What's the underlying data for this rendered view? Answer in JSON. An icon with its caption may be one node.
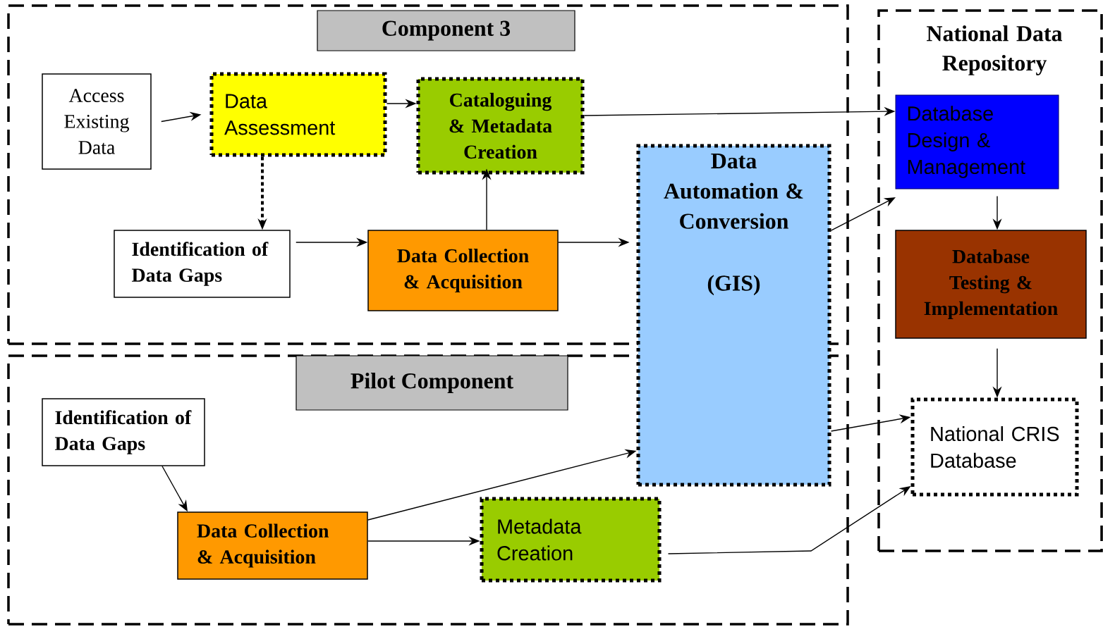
{
  "diagram": {
    "nodes": [
      {
        "text": [
          "Component 3"
        ]
      },
      {
        "text": [
          "Access Existing Data"
        ],
        "in": 0
      },
      {
        "text": [
          "Data Assessment"
        ],
        "in": 0
      },
      {
        "text": [
          "Cataloguing & Metadata Creation"
        ],
        "in": 0
      },
      {
        "text": [
          "Identification of Data Gaps"
        ],
        "in": 0
      },
      {
        "text": [
          "Data Collection & Acquisition"
        ],
        "in": 0
      },
      {
        "text": [
          "Data Automation & Conversion",
          "(GIS)"
        ]
      },
      {
        "text": [
          "National Data Repository"
        ]
      },
      {
        "text": [
          "Database Design & Management"
        ],
        "in": 7
      },
      {
        "text": [
          "Database Testing & Implementation"
        ],
        "in": 7
      },
      {
        "text": [
          "National CRIS Database"
        ],
        "in": 7
      },
      {
        "text": [
          "Pilot Component"
        ]
      },
      {
        "text": [
          "Identification of Data Gaps"
        ],
        "in": 11
      },
      {
        "text": [
          "Data Collection & Acquisition"
        ],
        "in": 11
      },
      {
        "text": [
          "Metadata Creation"
        ],
        "in": 11
      }
    ],
    "edges": [
      {
        "from": 1,
        "to": 2,
        "arrow": "to"
      },
      {
        "from": 2,
        "to": 3,
        "arrow": "to"
      },
      {
        "from": 2,
        "to": 4,
        "arrow": "to",
        "style": "dashed"
      },
      {
        "from": 4,
        "to": 5,
        "arrow": "to"
      },
      {
        "from": 5,
        "to": 3,
        "arrow": "to"
      },
      {
        "from": 5,
        "to": 6,
        "arrow": "to"
      },
      {
        "from": 3,
        "to": 8,
        "arrow": "to"
      },
      {
        "from": 6,
        "to": 8,
        "arrow": "to"
      },
      {
        "from": 8,
        "to": 9,
        "arrow": "to"
      },
      {
        "from": 9,
        "to": 10,
        "arrow": "to"
      },
      {
        "from": 6,
        "to": 10,
        "arrow": "to"
      },
      {
        "from": 12,
        "to": 13,
        "arrow": "to"
      },
      {
        "from": 13,
        "to": 6,
        "arrow": "to"
      },
      {
        "from": 13,
        "to": 14,
        "arrow": "to"
      },
      {
        "from": 14,
        "to": 10,
        "arrow": "to"
      }
    ]
  }
}
